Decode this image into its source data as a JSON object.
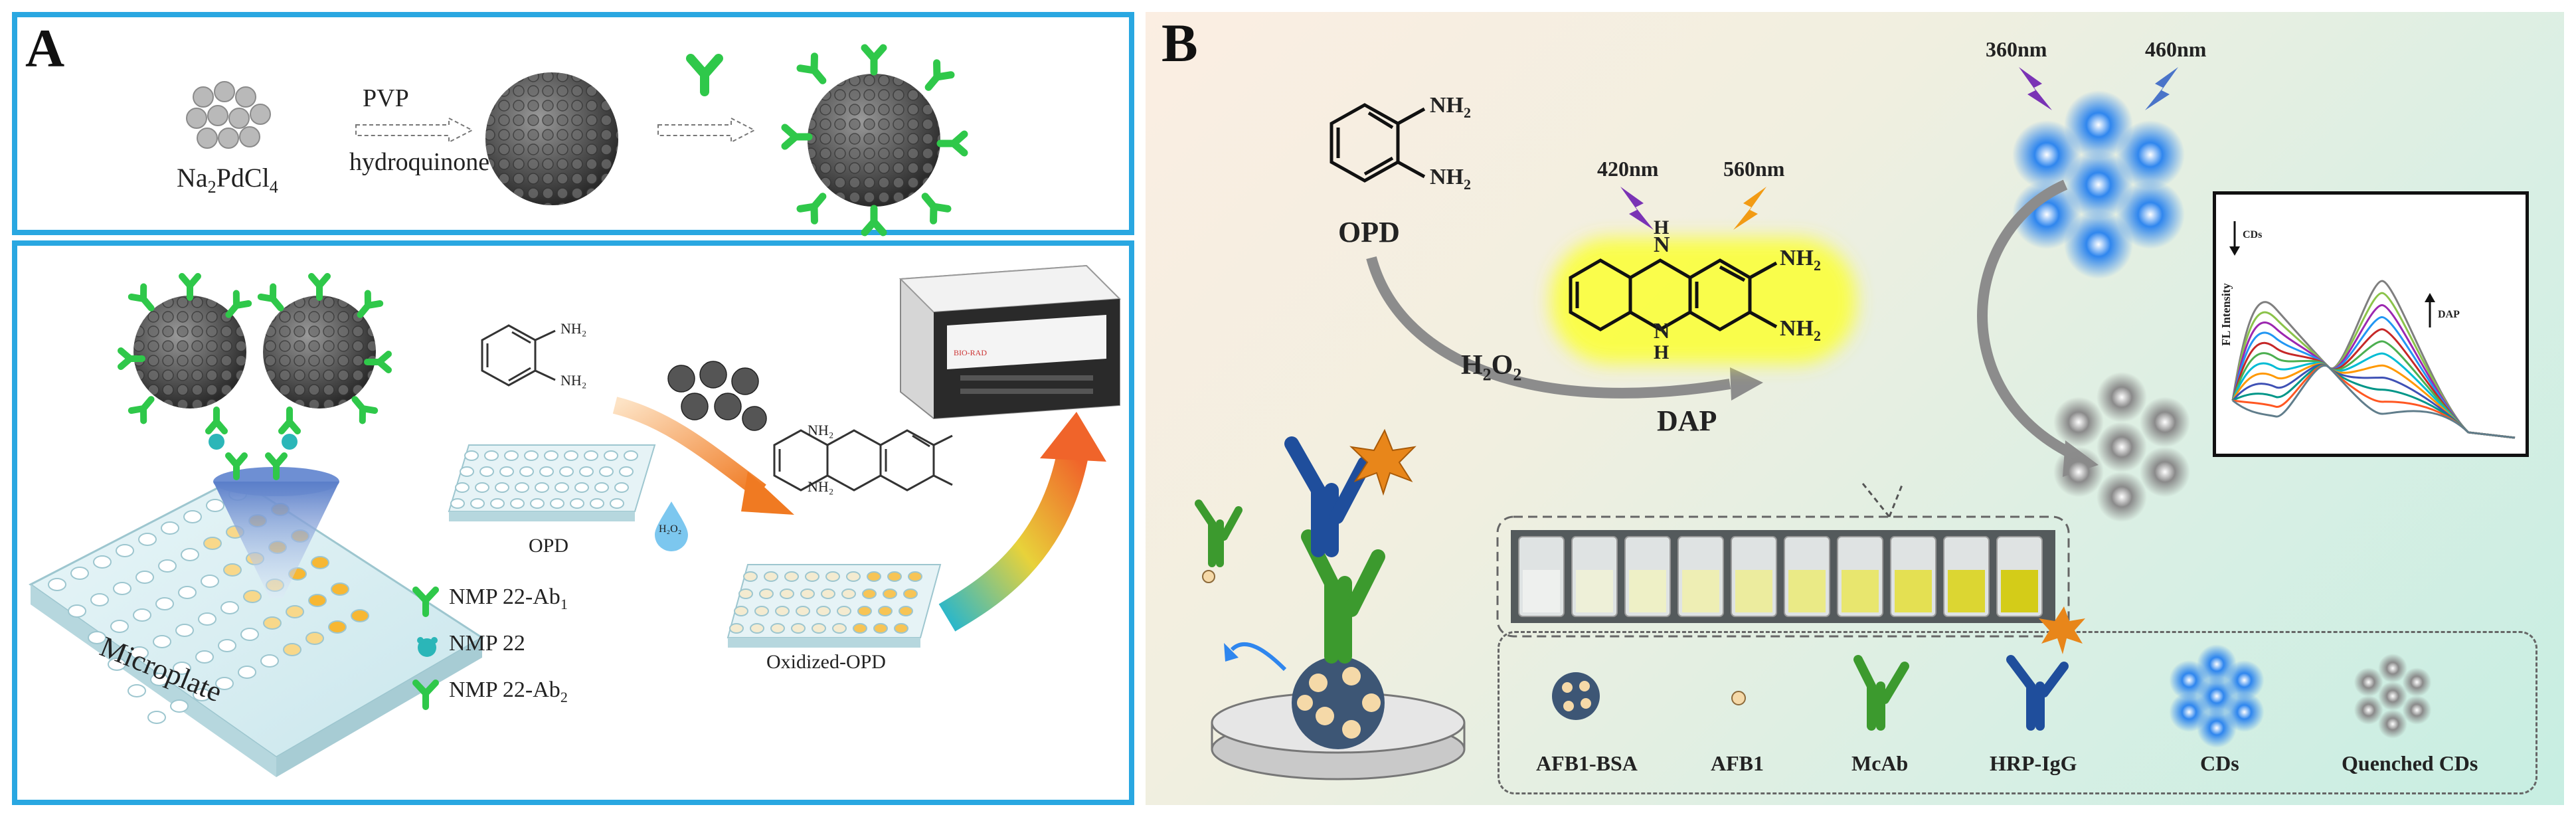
{
  "panelA": {
    "letter": "A",
    "reagent_label": "Na",
    "reagent_sub1": "2",
    "reagent_mid": "PdCl",
    "reagent_sub2": "4",
    "arrow1_top_label": "PVP",
    "arrow1_bottom_label": "hydroquinone",
    "opd_label": "OPD",
    "opd_nh2_label": "NH₂",
    "h2o2_label": "H₂O₂",
    "oxidized_label": "Oxidized-OPD",
    "microplate_label": "Microplate",
    "reader_brand": "BIO-RAD",
    "legend": [
      {
        "name": "NMP 22-Ab",
        "sub": "1"
      },
      {
        "name": "NMP 22",
        "sub": ""
      },
      {
        "name": "NMP 22-Ab",
        "sub": "2"
      }
    ]
  },
  "panelB": {
    "letter": "B",
    "opd_label": "OPD",
    "nh2": "NH",
    "nh2_sub": "2",
    "nh": "H",
    "n_atom": "N",
    "h2o2_label": "H",
    "h2o2_sub": "2",
    "h2o2_o": "O",
    "h2o2_sub2": "2",
    "dap_label": "DAP",
    "excitation_1": "420nm",
    "emission_1": "560nm",
    "excitation_2": "360nm",
    "emission_2": "460nm",
    "spectrum": {
      "ylabel": "FL Intensity",
      "cds_label": "CDs",
      "dap_label": "DAP"
    },
    "legend": [
      "AFB1-BSA",
      "AFB1",
      "McAb",
      "HRP-IgG",
      "CDs",
      "Quenched CDs"
    ]
  },
  "colors": {
    "frame_blue": "#29a7e1",
    "antibody_green": "#2fc84a",
    "igg_blue": "#1f4e9c",
    "mcab_green": "#3c9a2e",
    "cd_blue": "#2f86ee",
    "dap_glow": "#fbff3a",
    "hrp_orange": "#e8861a"
  }
}
